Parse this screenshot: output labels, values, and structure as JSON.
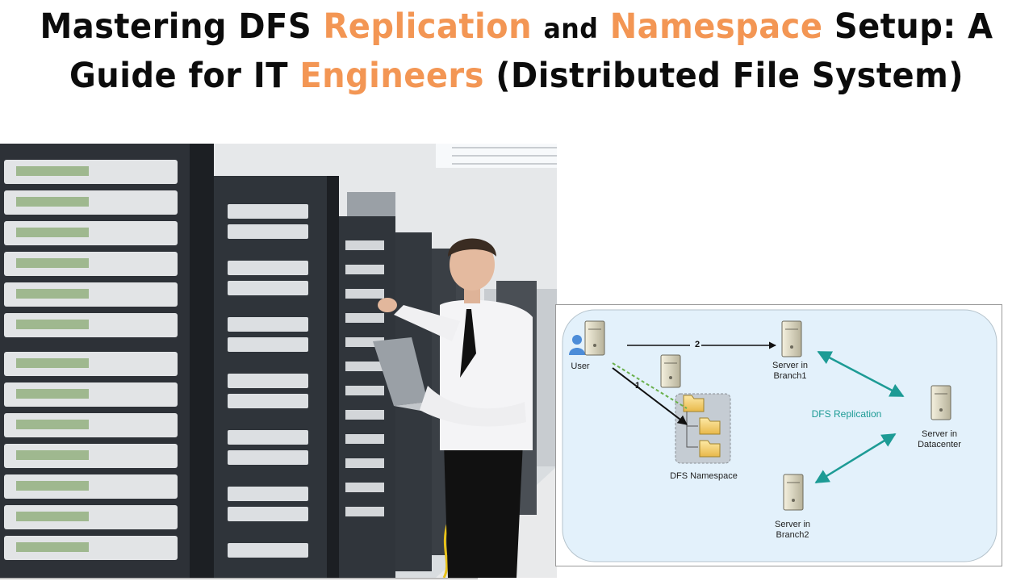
{
  "title": {
    "w1": "Mastering",
    "w2": "DFS",
    "w3": "Replication",
    "w4": "and",
    "w5": "Namespace",
    "w6": "Setup: A",
    "w7": "Guide for IT",
    "w8": "Engineers",
    "w9": "(Distributed File System)"
  },
  "colors": {
    "highlight": "#f39654",
    "replication_arrow": "#1d9b95",
    "diagram_bg": "#e3f1fb"
  },
  "diagram": {
    "user_label": "User",
    "step1_label": "1",
    "step2_label": "2",
    "branch1_label": "Server in\nBranch1",
    "branch2_label": "Server in\nBranch2",
    "datacenter_label": "Server in\nDatacenter",
    "namespace_label": "DFS Namespace",
    "replication_label": "DFS Replication"
  }
}
